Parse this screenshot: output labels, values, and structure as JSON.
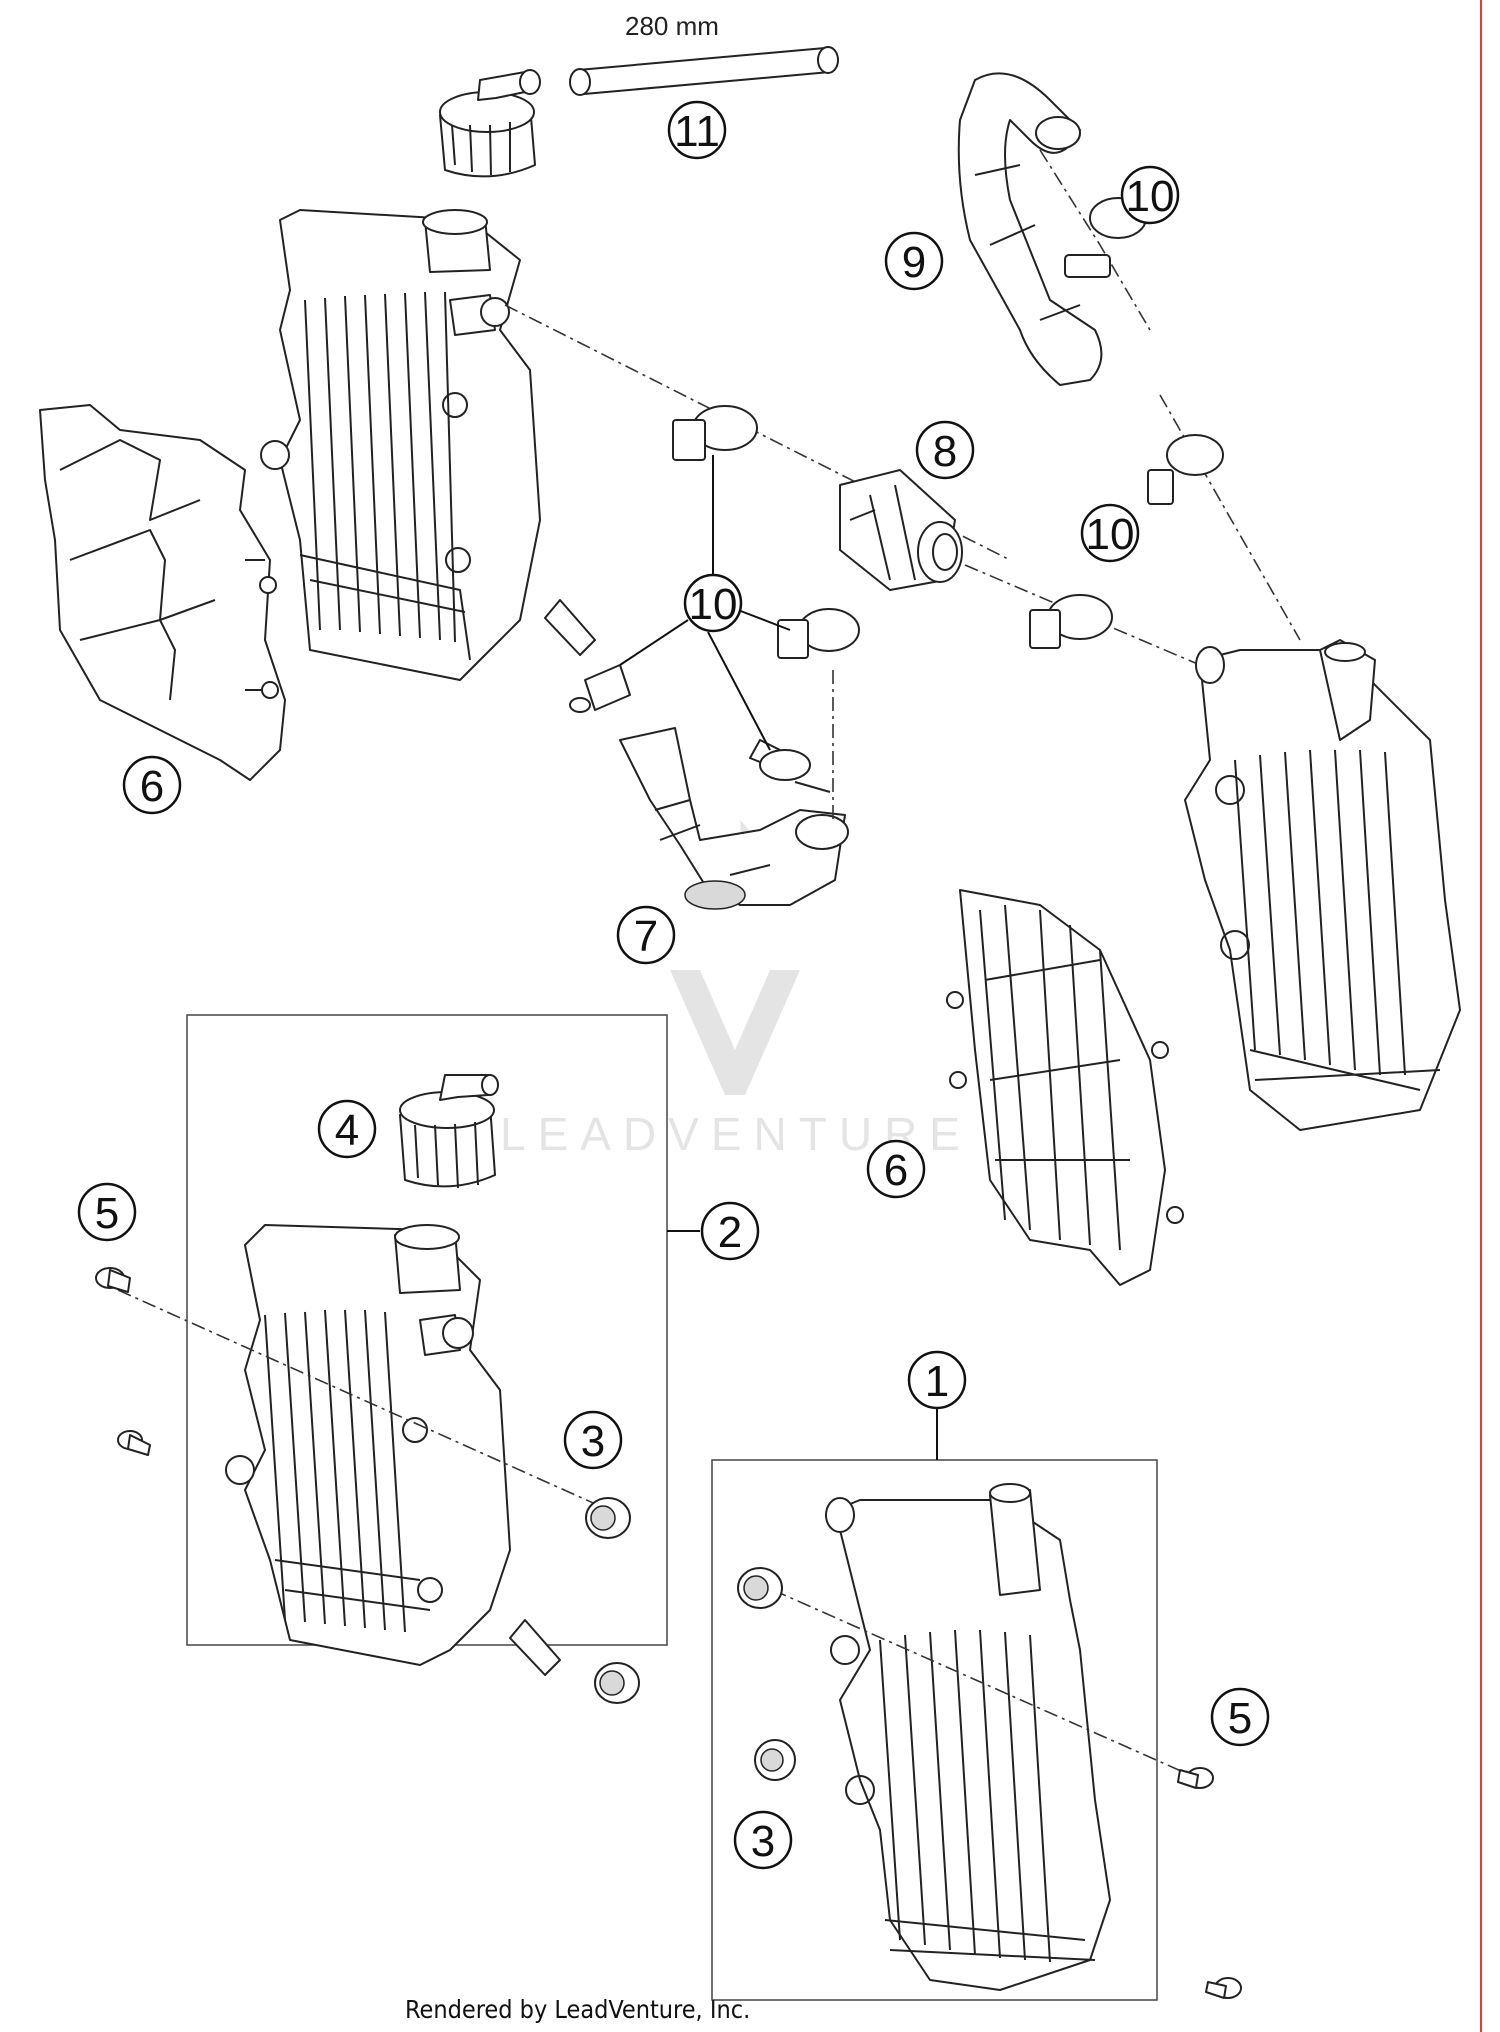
{
  "diagram": {
    "dimension_label": "280 mm",
    "credit": "Rendered by LeadVenture, Inc.",
    "watermark": "LEADVENTURE",
    "callouts": [
      {
        "id": "c1",
        "label": "1"
      },
      {
        "id": "c2",
        "label": "2"
      },
      {
        "id": "c3a",
        "label": "3"
      },
      {
        "id": "c3b",
        "label": "3"
      },
      {
        "id": "c4",
        "label": "4"
      },
      {
        "id": "c5a",
        "label": "5"
      },
      {
        "id": "c5b",
        "label": "5"
      },
      {
        "id": "c6a",
        "label": "6"
      },
      {
        "id": "c6b",
        "label": "6"
      },
      {
        "id": "c7",
        "label": "7"
      },
      {
        "id": "c8",
        "label": "8"
      },
      {
        "id": "c9",
        "label": "9"
      },
      {
        "id": "c10a",
        "label": "10"
      },
      {
        "id": "c10b",
        "label": "10"
      },
      {
        "id": "c10c",
        "label": "10"
      },
      {
        "id": "c11",
        "label": "11"
      }
    ]
  }
}
